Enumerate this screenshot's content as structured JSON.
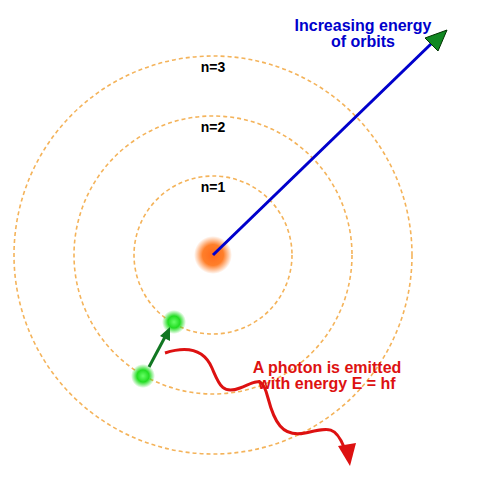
{
  "diagram": {
    "nodes": [
      {
        "text": [
          "n=3"
        ]
      },
      {
        "text": [
          "n=2"
        ],
        "in": 0
      },
      {
        "text": [
          "n=1"
        ],
        "in": 1
      }
    ],
    "labels": [
      "Increasing energy of orbits",
      "A photon is emitted with energy E = hf"
    ]
  }
}
